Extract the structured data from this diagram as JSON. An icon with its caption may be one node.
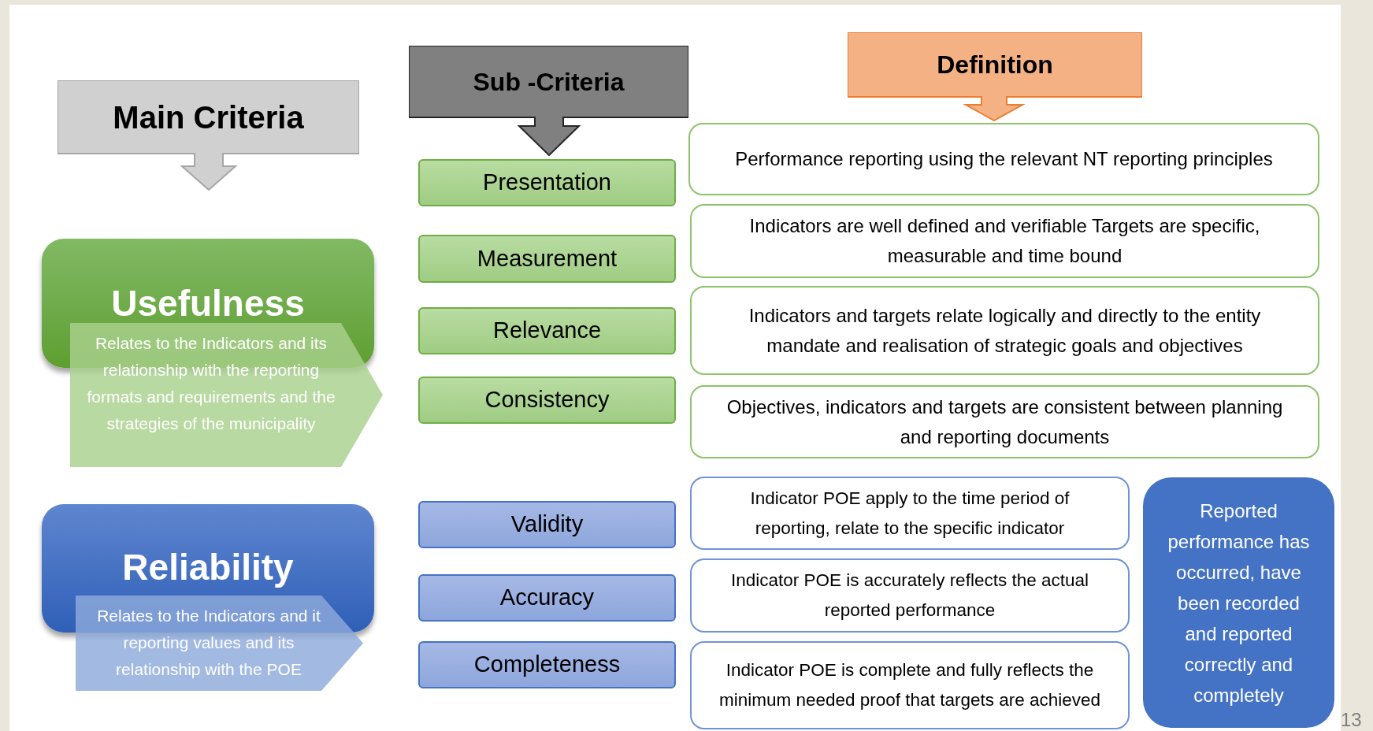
{
  "diagram": {
    "nodes": [
      {
        "text": [
          "Main Criteria"
        ]
      },
      {
        "text": [
          "Sub -Criteria"
        ]
      },
      {
        "text": [
          "Definition"
        ]
      },
      {
        "text": [
          "Usefulness",
          "Relates to the Indicators and its relationship with the reporting formats and requirements and the strategies of the municipality"
        ]
      },
      {
        "text": [
          "Reliability",
          "Relates to the Indicators and it reporting values and its relationship with the POE"
        ]
      },
      {
        "text": [
          "Presentation"
        ]
      },
      {
        "text": [
          "Measurement"
        ]
      },
      {
        "text": [
          "Relevance"
        ]
      },
      {
        "text": [
          "Consistency"
        ]
      },
      {
        "text": [
          "Validity"
        ]
      },
      {
        "text": [
          "Accuracy"
        ]
      },
      {
        "text": [
          "Completeness"
        ]
      },
      {
        "text": [
          "Performance reporting using the relevant NT reporting principles"
        ]
      },
      {
        "text": [
          "Indicators are well defined and verifiable Targets are specific, measurable and time bound"
        ]
      },
      {
        "text": [
          "Indicators and targets relate logically and directly to the entity mandate and realisation of strategic goals and objectives"
        ]
      },
      {
        "text": [
          "Objectives, indicators and targets are consistent between planning and reporting documents"
        ]
      },
      {
        "text": [
          "Indicator POE apply to the time period of reporting, relate to the specific indicator"
        ]
      },
      {
        "text": [
          "Indicator POE is accurately reflects the actual reported performance"
        ]
      },
      {
        "text": [
          "Indicator POE is complete and fully reflects the minimum needed proof that targets are achieved"
        ]
      },
      {
        "text": [
          "Reported performance has occurred, have been recorded and reported correctly and completely"
        ]
      }
    ],
    "labels": [
      "13"
    ]
  }
}
